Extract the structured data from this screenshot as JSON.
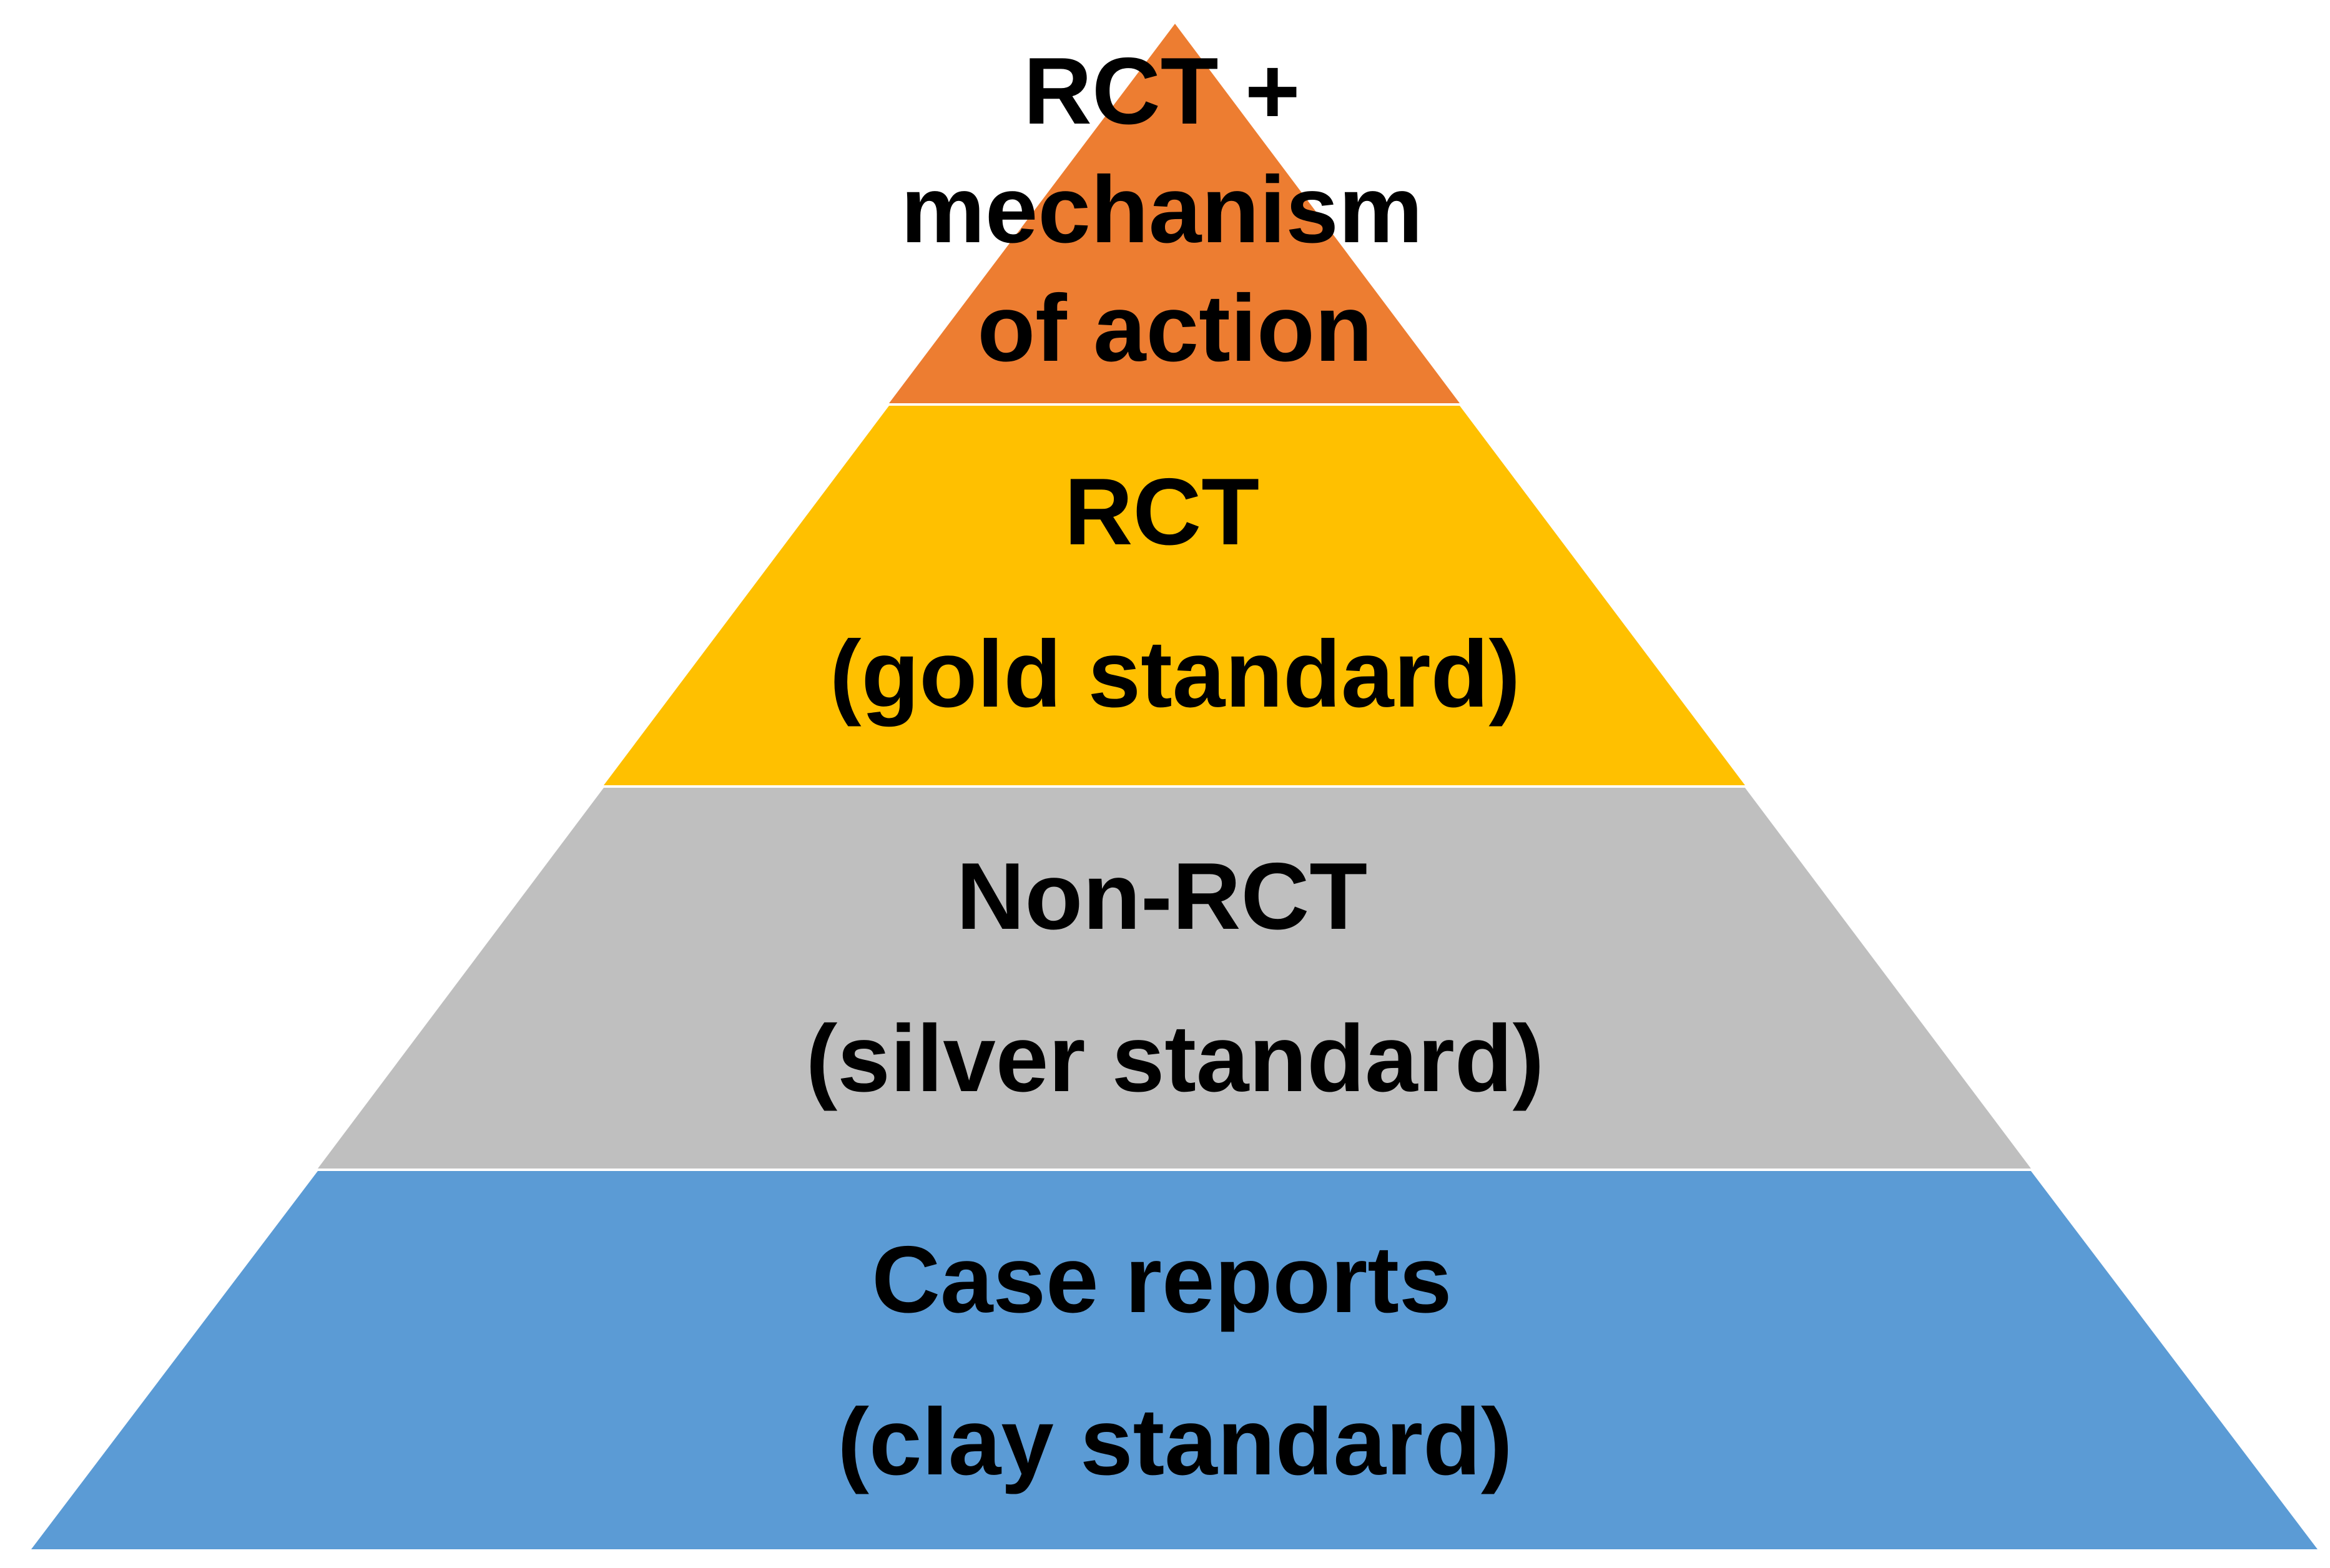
{
  "pyramid": {
    "tiers": [
      {
        "id": "top",
        "color": "#ED7D31",
        "lines": [
          "RCT +",
          "mechanism",
          "of action"
        ]
      },
      {
        "id": "gold",
        "color": "#FFC000",
        "lines": [
          "RCT",
          "(gold standard)"
        ]
      },
      {
        "id": "silver",
        "color": "#BFBFBF",
        "lines": [
          "Non-RCT",
          "(silver standard)"
        ]
      },
      {
        "id": "clay",
        "color": "#5B9BD5",
        "lines": [
          "Case reports",
          "(clay standard)"
        ]
      }
    ]
  }
}
